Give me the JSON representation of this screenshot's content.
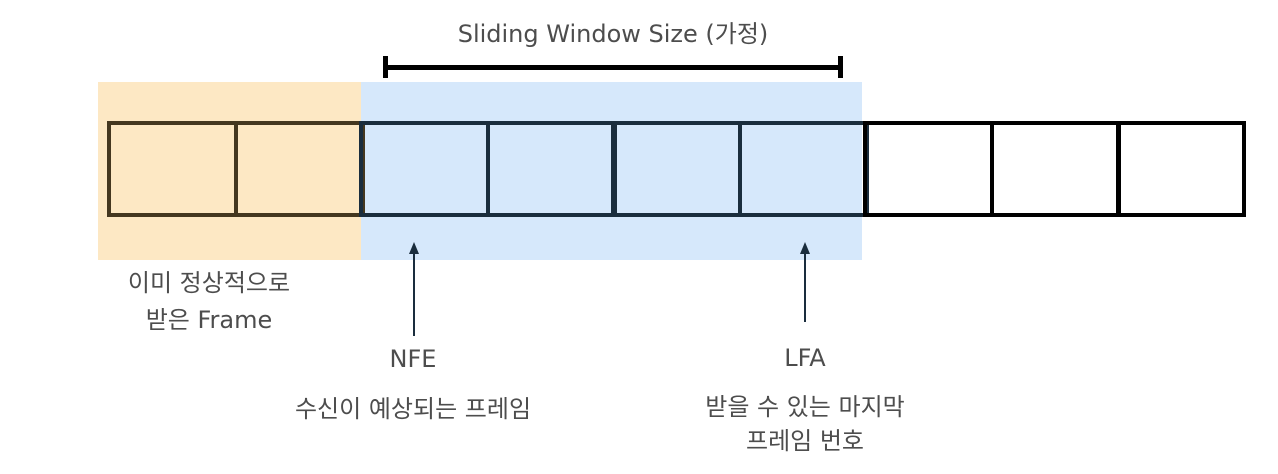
{
  "window": {
    "title": "Sliding Window Size (가정)"
  },
  "frames": {
    "received_count": 2,
    "window_count": 4,
    "pending_count": 3
  },
  "labels": {
    "received_line1": "이미 정상적으로",
    "received_line2": "받은 Frame",
    "nfe_title": "NFE",
    "nfe_desc": "수신이 예상되는 프레임",
    "lfa_title": "LFA",
    "lfa_desc_line1": "받을 수 있는 마지막",
    "lfa_desc_line2": "프레임 번호"
  },
  "colors": {
    "received_region": "#fde8c4",
    "window_region": "#d6e8fb",
    "frame_border": "#000000",
    "label_text": "#4d4d4d"
  }
}
